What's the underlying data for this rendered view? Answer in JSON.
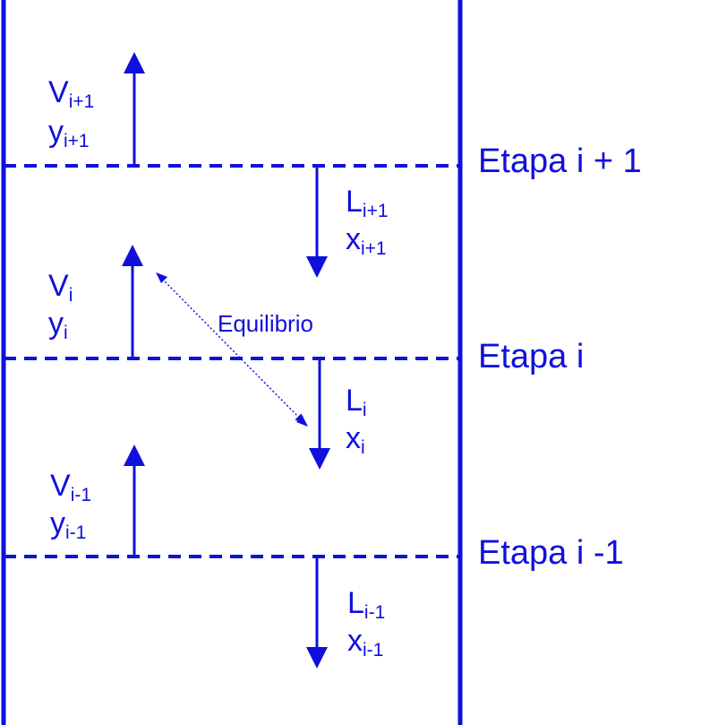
{
  "colors": {
    "line": "#1010dd",
    "background": "#ffffff"
  },
  "stages": [
    {
      "label": "Etapa i + 1"
    },
    {
      "label": "Etapa i"
    },
    {
      "label": "Etapa i -1"
    }
  ],
  "vapor": [
    {
      "var_V": "V",
      "sub_V": "i+1",
      "var_y": "y",
      "sub_y": "i+1"
    },
    {
      "var_V": "V",
      "sub_V": "i",
      "var_y": "y",
      "sub_y": "i"
    },
    {
      "var_V": "V",
      "sub_V": "i-1",
      "var_y": "y",
      "sub_y": "i-1"
    }
  ],
  "liquid": [
    {
      "var_L": "L",
      "sub_L": "i+1",
      "var_x": "x",
      "sub_x": "i+1"
    },
    {
      "var_L": "L",
      "sub_L": "i",
      "var_x": "x",
      "sub_x": "i"
    },
    {
      "var_L": "L",
      "sub_L": "i-1",
      "var_x": "x",
      "sub_x": "i-1"
    }
  ],
  "equilibrium": {
    "label": "Equilibrio"
  }
}
